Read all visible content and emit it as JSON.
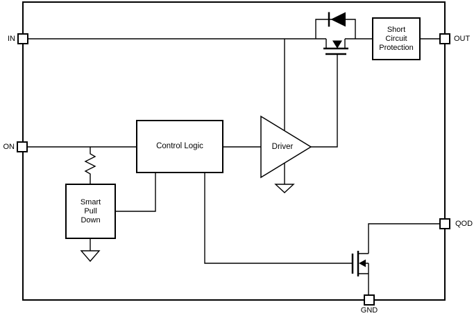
{
  "pins": {
    "in": "IN",
    "on": "ON",
    "out": "OUT",
    "qod": "QOD",
    "gnd": "GND"
  },
  "blocks": {
    "short_circuit_protection": {
      "lines": [
        "Short",
        "Circuit",
        "Protection"
      ]
    },
    "control_logic": {
      "label": "Control Logic"
    },
    "driver": {
      "label": "Driver"
    },
    "smart_pull_down": {
      "lines": [
        "Smart",
        "Pull",
        "Down"
      ]
    }
  },
  "symbols": {
    "pass_fet": "pass-fet-with-down-arrow-body",
    "body_diode": "body-diode-pointing-left",
    "pulldown_resistor": "zigzag-resistor",
    "qod_fet": "qod-nmos-fet",
    "grounds": [
      "driver-ground",
      "smart-pull-down-ground"
    ]
  },
  "colors": {
    "line": "#000000",
    "background": "#ffffff"
  }
}
